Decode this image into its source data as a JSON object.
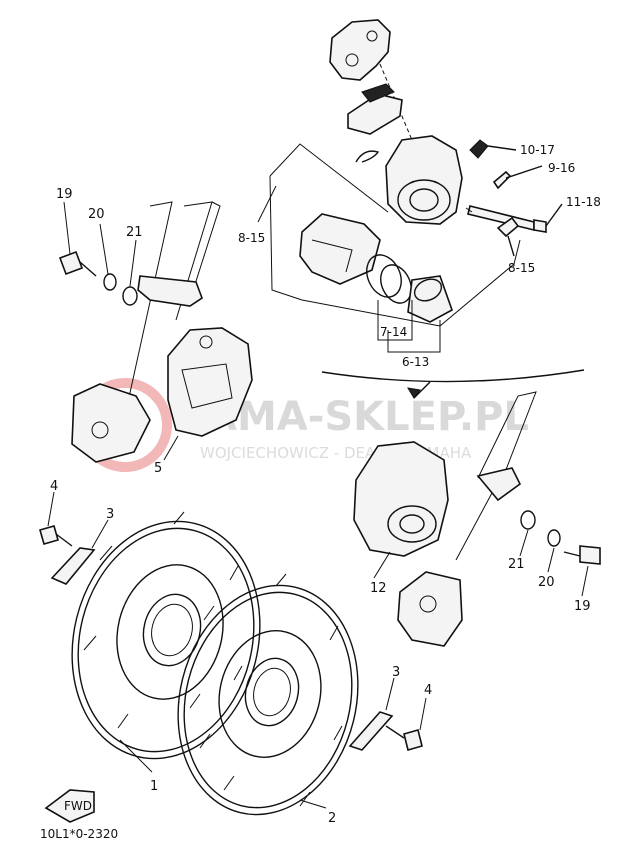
{
  "watermark": {
    "main": "AMA-SKLEP.PL",
    "sub": "WOJCIECHOWICZ - DEALER YAMAHA"
  },
  "diagram_code": "10L1*0-2320",
  "fwd_label": "FWD",
  "callouts": {
    "p1": "1",
    "p2": "2",
    "p3a": "3",
    "p3b": "3",
    "p4a": "4",
    "p4b": "4",
    "p5": "5",
    "p6_13": "6-13",
    "p7_14": "7-14",
    "p8_15a": "8-15",
    "p8_15b": "8-15",
    "p9_16": "9-16",
    "p10_17": "10-17",
    "p11_18": "11-18",
    "p12": "12",
    "p19a": "19",
    "p19b": "19",
    "p20a": "20",
    "p20b": "20",
    "p21a": "21",
    "p21b": "21"
  }
}
